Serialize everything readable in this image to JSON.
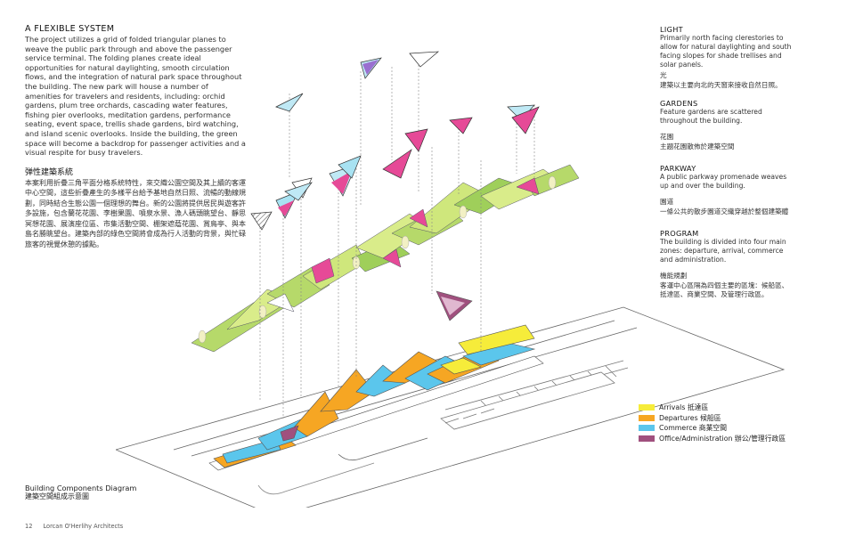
{
  "intro": {
    "title": "A FLEXIBLE SYSTEM",
    "body": "The project utilizes a grid of folded triangular planes to weave the public park through and above the passenger service terminal. The folding planes create ideal opportunities for natural daylighting, smooth circulation flows, and the integration of natural park space throughout the building. The new park will house a number of amenities for travelers and residents, including: orchid gardens, plum tree orchards, cascading water features, fishing pier overlooks, meditation gardens, performance seating, event space, trellis shade gardens, bird watching, and island scenic overlooks. Inside the building, the green space will become a backdrop for passenger activities and a visual respite for busy travelers.",
    "cn_title": "弹性建築系統",
    "cn_body": "本案利用折疊三角平面分格系統特性，來交織公園空間及其上續的客運中心空間，這些折疊產生的多樣平台給予基地自然日照、流暢的動線規劃，同時結合生態公園一個理想的舞台。新的公園將提供居民與遊客許多設施，包含蘭花花園、李樹果園、噴泉水景、漁人碼頭眺望台、靜思冥想花園、展演座位區、市集活動空間、棚架遮蔭花園、賞鳥亭、與本島名勝眺望台。建築內部的綠色空間將會成為行人活動的背景，與忙碌旅客的視覺休憩的據點。"
  },
  "sidebar": [
    {
      "heading": "LIGHT",
      "body": "Primarily north facing clerestories to allow for natural daylighting and south facing slopes for shade trellises and solar panels.",
      "cn_heading": "光",
      "cn_body": "建築以主要向北的天窗來接收自然日照。"
    },
    {
      "heading": "GARDENS",
      "body": "Feature gardens are scattered throughout the building.",
      "cn_heading": "花園",
      "cn_body": "主題花園散佈於建築空間"
    },
    {
      "heading": "PARKWAY",
      "body": "A public parkway promenade weaves up and over the building.",
      "cn_heading": "園道",
      "cn_body": "一條公共的散步園道交織穿越於整個建築體"
    },
    {
      "heading": "PROGRAM",
      "body": "The building is divided into four main zones: departure, arrival, commerce and administration.",
      "cn_heading": "機能規劃",
      "cn_body": "客運中心區隔為四個主要的區塊：候船區、抵達區、商業空間、及管理行政區。"
    }
  ],
  "legend": [
    {
      "label": "Arrivals 抵達區",
      "color": "#f6ec3a"
    },
    {
      "label": "Departures 候船區",
      "color": "#f6a623"
    },
    {
      "label": "Commerce 商業空間",
      "color": "#5bc6ec"
    },
    {
      "label": "Office/Administration 辦公/管理行政區",
      "color": "#a0507e"
    }
  ],
  "caption": {
    "title": "Building Components Diagram",
    "cn": "建築空間組成示意圖"
  },
  "footer": {
    "page": "12",
    "firm": "Lorcan O'Herlihy Architects"
  }
}
